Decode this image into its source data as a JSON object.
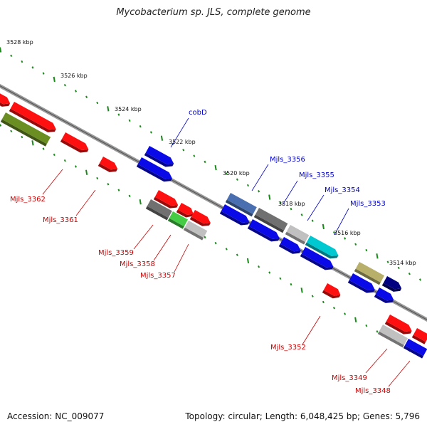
{
  "title": "Mycobacterium sp. JLS, complete genome",
  "footer": {
    "accession": "Accession: NC_009077",
    "topology": "Topology: circular; Length: 6,048,425 bp; Genes: 5,796"
  },
  "colors": {
    "backbone": "#888888",
    "ticks": "#1a8a1a",
    "forward_label": "#0000cc",
    "reverse_label": "#cc0000"
  },
  "kbp_labels": [
    "3528 kbp",
    "3526 kbp",
    "3524 kbp",
    "3522 kbp",
    "3520 kbp",
    "3518 kbp",
    "3516 kbp",
    "3514 kbp"
  ],
  "gene_labels": [
    "cobD",
    "Mjls_3356",
    "Mjls_3355",
    "Mjls_3354",
    "Mjls_3353",
    "Mjls_3362",
    "Mjls_3361",
    "Mjls_3359",
    "Mjls_3358",
    "Mjls_3357",
    "Mjls_3352",
    "Mjls_3349",
    "Mjls_3348"
  ]
}
